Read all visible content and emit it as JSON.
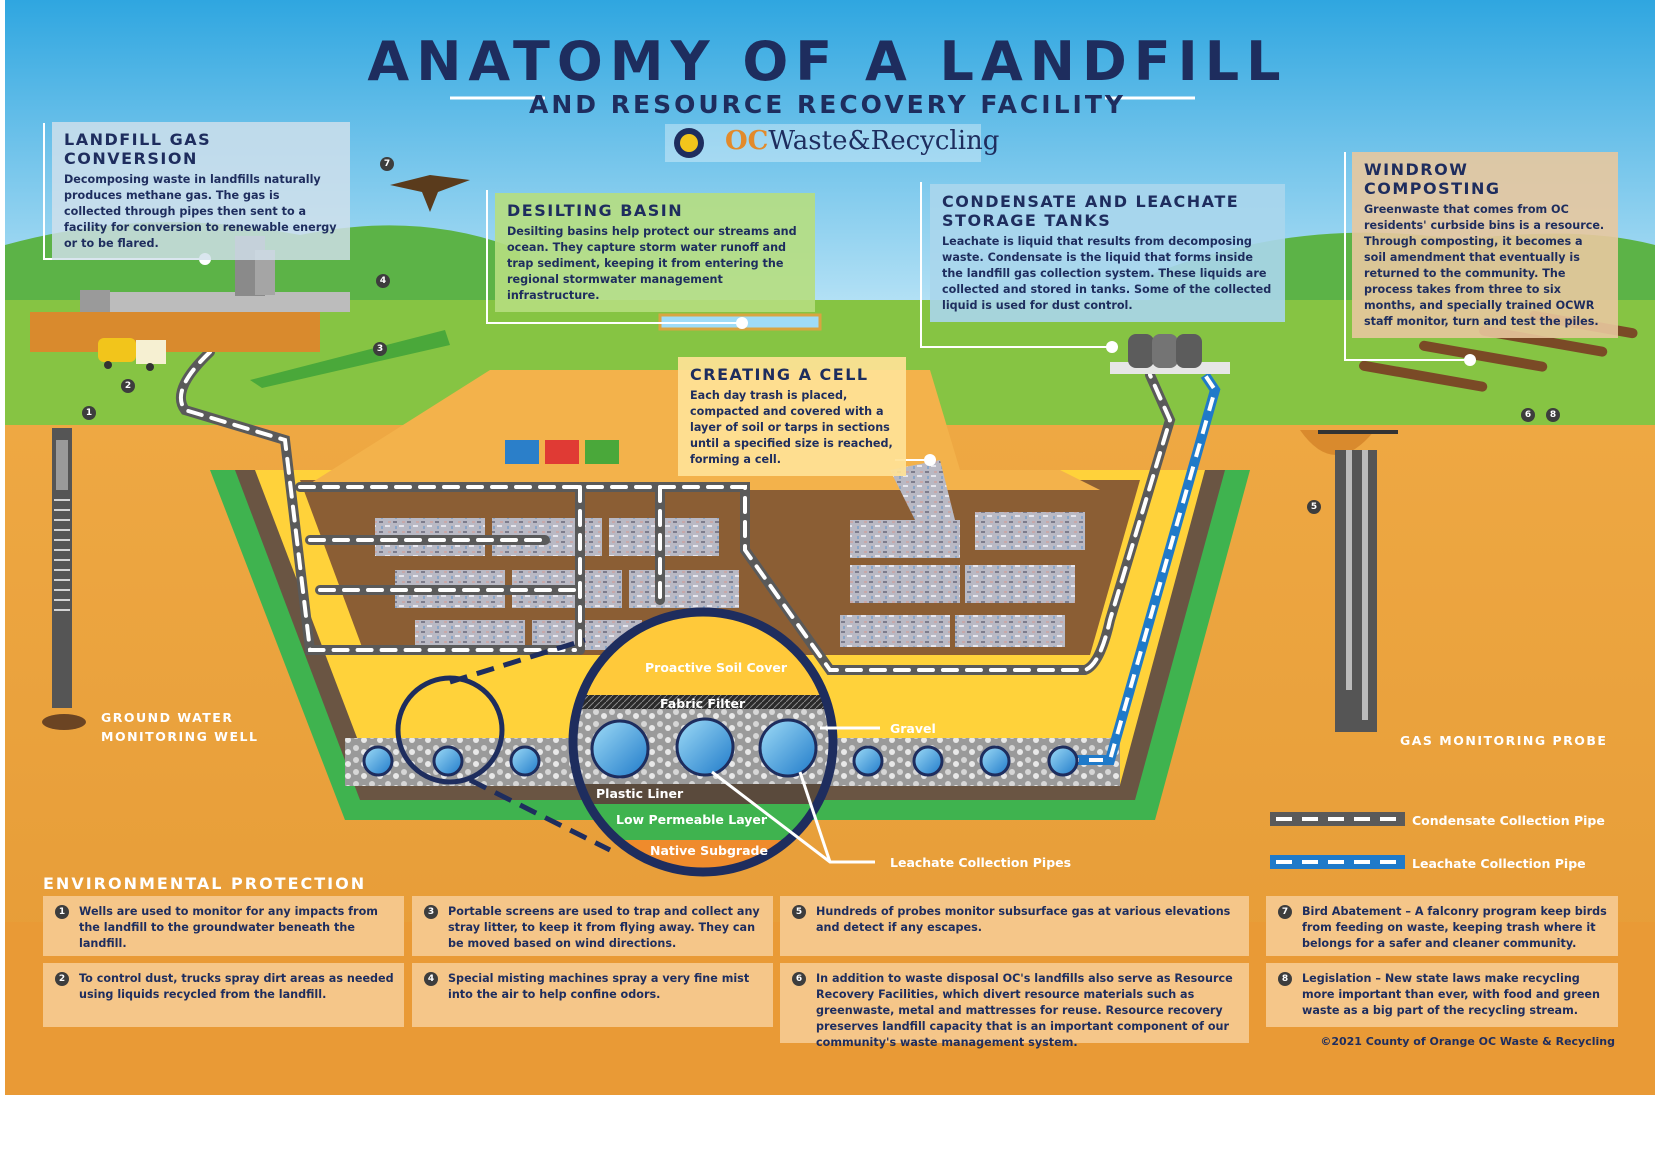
{
  "title": "ANATOMY OF A LANDFILL",
  "subtitle": "AND RESOURCE RECOVERY FACILITY",
  "logo": {
    "text_oc": "OC",
    "text_name": "Waste&Recycling",
    "icon": "county-seal-icon"
  },
  "info_boxes": {
    "gas_conversion": {
      "title": "LANDFILL GAS CONVERSION",
      "body": "Decomposing waste in landfills naturally produces methane gas. The gas is collected through pipes then sent to a facility for conversion to renewable energy or to be flared."
    },
    "desilting": {
      "title": "DESILTING BASIN",
      "body": "Desilting basins help protect our streams and ocean. They capture storm water runoff and trap sediment, keeping it from entering the regional stormwater management infrastructure."
    },
    "condensate": {
      "title": "CONDENSATE AND LEACHATE STORAGE TANKS",
      "body": "Leachate is liquid that results from decomposing waste. Condensate is the liquid that forms inside the landfill gas collection system. These liquids are collected and stored in tanks. Some of the collected liquid is used for dust control."
    },
    "windrow": {
      "title": "WINDROW COMPOSTING",
      "body": "Greenwaste that comes from OC residents' curbside bins is a resource. Through composting, it becomes a soil amendment that eventually is returned to the community. The process takes from three to six months, and specially trained OCWR staff monitor, turn and test the piles."
    },
    "cell": {
      "title": "CREATING A CELL",
      "body": "Each day trash is placed, compacted and covered with a layer of soil or tarps in sections until a specified size is reached, forming a cell."
    }
  },
  "layers": {
    "soil_cover": "Proactive Soil Cover",
    "fabric": "Fabric Filter",
    "gravel": "Gravel",
    "liner": "Plastic Liner",
    "low_perm": "Low Permeable Layer",
    "subgrade": "Native Subgrade",
    "pipes": "Leachate Collection Pipes"
  },
  "side_labels": {
    "well": "GROUND WATER MONITORING WELL",
    "probe": "GAS MONITORING PROBE"
  },
  "legend": [
    {
      "label": "Condensate Collection Pipe",
      "color": "#5a5a5a"
    },
    {
      "label": "Leachate Collection Pipe",
      "color": "#1f7ac9"
    }
  ],
  "badges": [
    "1",
    "2",
    "3",
    "4",
    "5",
    "6",
    "7",
    "8"
  ],
  "environmental": {
    "title": "ENVIRONMENTAL PROTECTION",
    "items": [
      {
        "num": "1",
        "text": "Wells are used to monitor for any impacts from the landfill to the groundwater beneath the landfill."
      },
      {
        "num": "3",
        "text": "Portable screens are used to trap and collect any stray litter, to keep it from flying away. They can be moved based on wind directions."
      },
      {
        "num": "5",
        "text": "Hundreds of probes monitor subsurface gas at various elevations and detect if any escapes."
      },
      {
        "num": "7",
        "text": "Bird Abatement – A falconry program keep birds from feeding on waste, keeping trash where it belongs for a safer and cleaner community."
      },
      {
        "num": "2",
        "text": "To control dust, trucks spray dirt areas as needed using liquids recycled from the landfill."
      },
      {
        "num": "4",
        "text": "Special misting machines spray a very fine mist into the air to help confine odors."
      },
      {
        "num": "6",
        "text": "In addition to waste disposal OC's landfills also serve as Resource Recovery Facilities, which divert resource materials such as greenwaste, metal and mattresses for reuse. Resource recovery preserves landfill capacity that is an important component of our community's waste management system."
      },
      {
        "num": "8",
        "text": "Legislation – New state laws make recycling more important than ever, with food and green waste as a big part of the recycling stream."
      }
    ]
  },
  "copyright": "©2021 County of Orange OC Waste & Recycling",
  "colors": {
    "navy": "#1e2d5e",
    "sky": "#4fb9e8",
    "soil": "#e9a23f",
    "grass": "#7dc242",
    "liner_green": "#3fb34f",
    "yellow": "#ffd23a"
  }
}
